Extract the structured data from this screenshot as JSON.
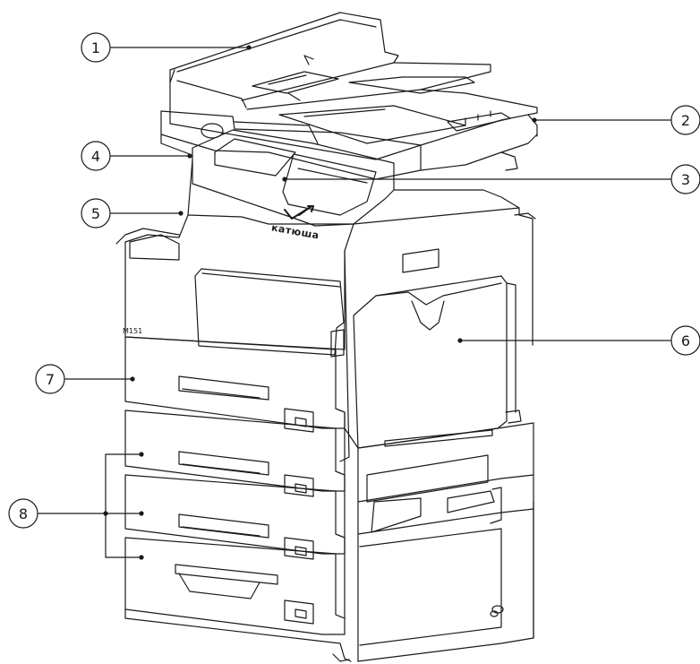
{
  "diagram": {
    "brand_name": "катюша",
    "model_label": "M151",
    "stroke_color": "#1a1a1a",
    "callouts": [
      {
        "id": "1",
        "label": "1"
      },
      {
        "id": "2",
        "label": "2"
      },
      {
        "id": "3",
        "label": "3"
      },
      {
        "id": "4",
        "label": "4"
      },
      {
        "id": "5",
        "label": "5"
      },
      {
        "id": "6",
        "label": "6"
      },
      {
        "id": "7",
        "label": "7"
      },
      {
        "id": "8",
        "label": "8"
      }
    ]
  }
}
